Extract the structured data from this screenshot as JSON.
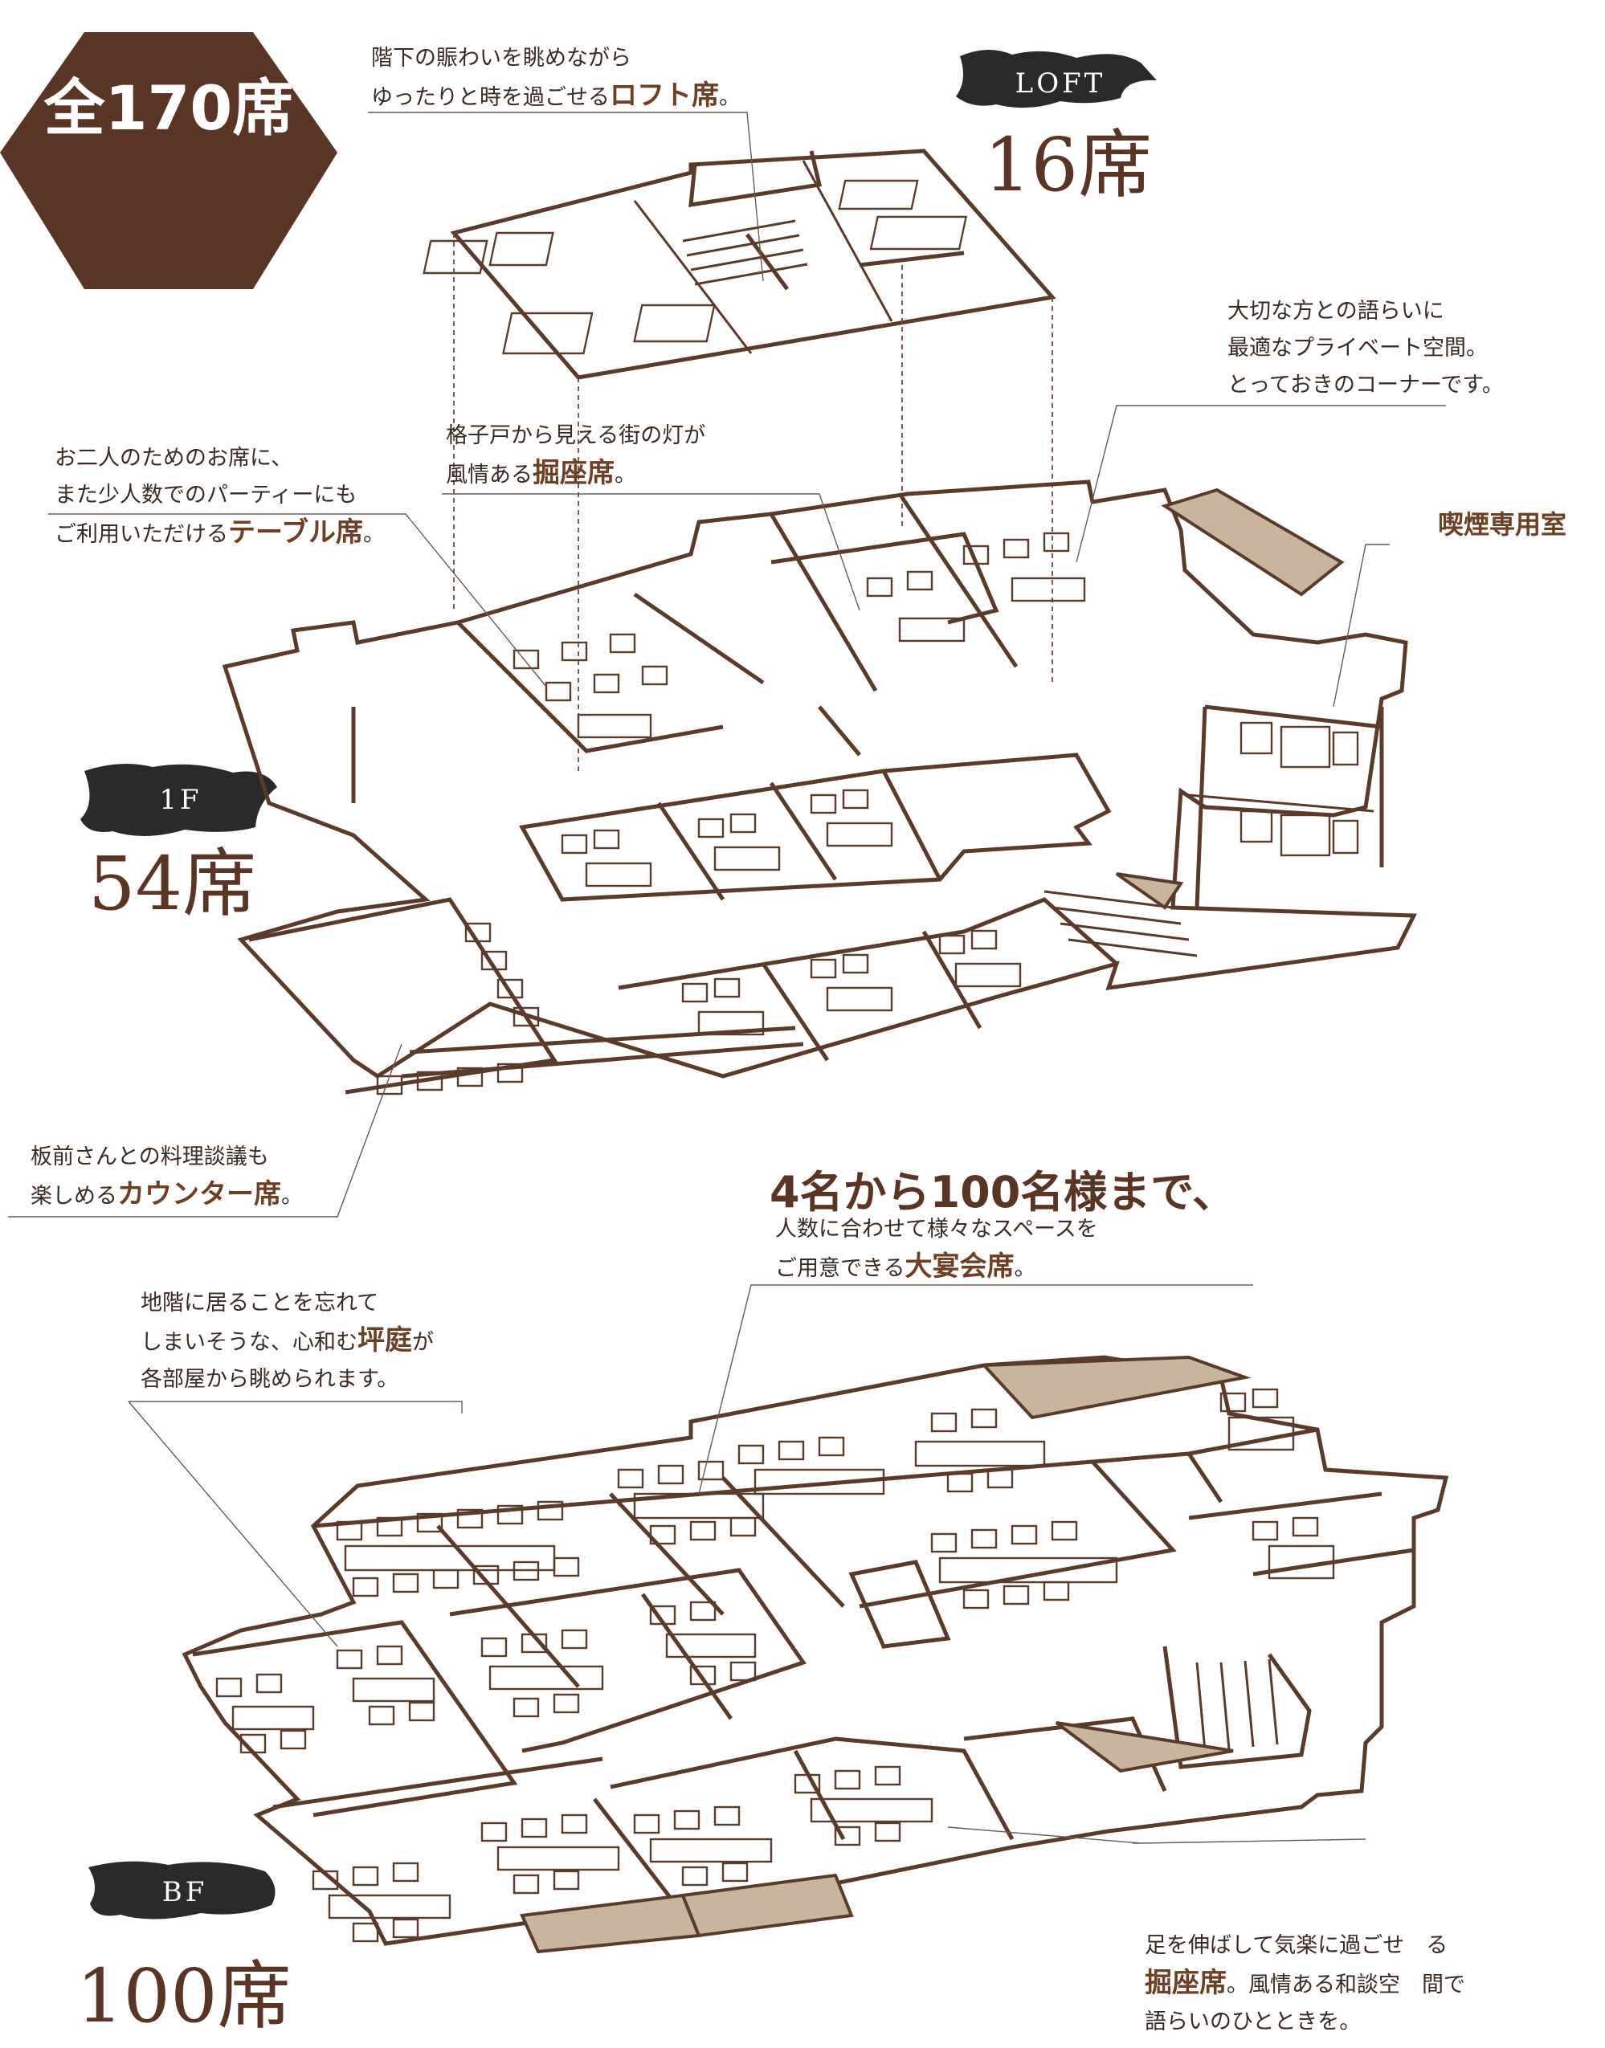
{
  "total_badge": "全170席",
  "floors": {
    "loft": {
      "tag": "LOFT",
      "count": "16席"
    },
    "f1": {
      "tag": "1F",
      "count": "54席"
    },
    "bf": {
      "tag": "BF",
      "count": "100席"
    }
  },
  "callouts": {
    "loft": {
      "line1": "階下の賑わいを眺めながら",
      "line2a": "ゆったりと時を過ごせる",
      "line2b": "ロフト席",
      "line2c": "。"
    },
    "private": {
      "line1": "大切な方との語らいに",
      "line2": "最適なプライベート空間。",
      "line3": "とっておきのコーナーです。"
    },
    "horigotatsu": {
      "line1": "格子戸から見える街の灯が",
      "line2a": "風情ある",
      "line2b": "掘座席",
      "line2c": "。"
    },
    "table": {
      "line1": "お二人のためのお席に、",
      "line2": "また少人数でのパーティーにも",
      "line3a": "ご利用いただける",
      "line3b": "テーブル席",
      "line3c": "。"
    },
    "smoking": "喫煙専用室",
    "counter": {
      "line1": "板前さんとの料理談議も",
      "line2a": "楽しめる",
      "line2b": "カウンター席",
      "line2c": "。"
    },
    "banquet": {
      "head": "4名から100名様まで、",
      "line1": "人数に合わせて様々なスペースを",
      "line2a": "ご用意できる",
      "line2b": "大宴会席",
      "line2c": "。"
    },
    "courtyard": {
      "line1": "地階に居ることを忘れて",
      "line2a": "しまいそうな、心和む",
      "line2b": "坪庭",
      "line2c": "が",
      "line3": "各部屋から眺められます。"
    },
    "bf_horigotatsu": {
      "line1": "足を伸ばして気楽に過ごせ　る",
      "line2a": "掘座席",
      "line2b": "。風情ある和談空　間で",
      "line3": "語らいのひとときを。"
    }
  },
  "colors": {
    "brand_brown": "#5a3525",
    "wall": "#5a3a2a",
    "accent_tan": "#c9b59c"
  }
}
